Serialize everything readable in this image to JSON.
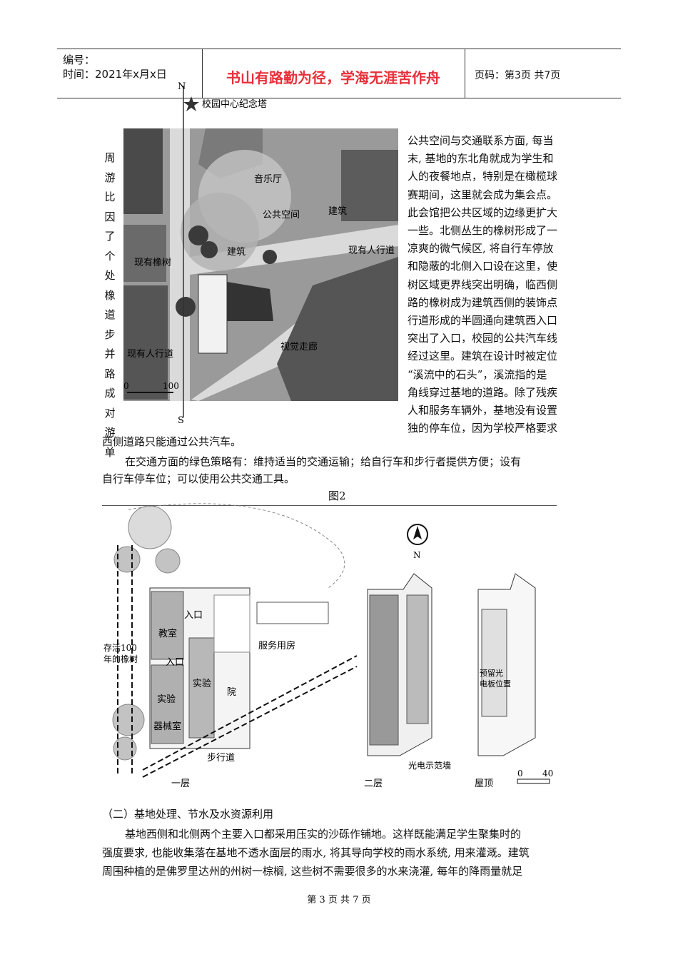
{
  "header": {
    "serial_label": "编号：",
    "time_label": "时间：2021年x月x日",
    "motto": "书山有路勤为径，学海无涯苦作舟",
    "page_info": "页码：第3页 共7页"
  },
  "figure1": {
    "north": "N",
    "south": "S",
    "landmark": "校园中心纪念塔",
    "labels": {
      "concert_hall": "音乐厅",
      "public_space": "公共空间",
      "building_ne": "建筑",
      "building": "建筑",
      "oak": "现有橡树",
      "walkway_e": "现有人行道",
      "walkway_w": "现有人行道",
      "visual_corridor": "视觉走廊"
    },
    "scale": [
      "0",
      "100"
    ]
  },
  "left_column": [
    "周",
    "游",
    "比",
    "因",
    "了",
    "个",
    "处",
    "橡",
    "道",
    "步",
    "并",
    "路",
    "成",
    "对",
    "游",
    "单"
  ],
  "right_column": [
    "公共空间与交通联系方面, 每当",
    "末, 基地的东北角就成为学生和",
    "人的夜餐地点，特别是在橄榄球",
    "赛期间，这里就会成为集会点。",
    "此会馆把公共区域的边缘更扩大",
    "一些。北侧丛生的橡树形成了一",
    "凉爽的微气候区, 将自行车停放",
    "和隐蔽的北侧入口设在这里，使",
    "树区域更界线突出明确，临西侧",
    "路的橡树成为建筑西侧的装饰点",
    "行道形成的半圆通向建筑西入口",
    "突出了入口，校园的公共汽车线",
    "经过这里。建筑在设计时被定位",
    "“溪流中的石头”，溪流指的是",
    "角线穿过基地的道路。除了残疾",
    "人和服务车辆外，基地没有设置",
    "独的停车位，因为学校严格要求"
  ],
  "p_west": "西侧道路只能通过公共汽车。",
  "p_green": [
    "在交通方面的绿色策略有：维持适当的交通运输；给自行车和步行者提供方便；设有",
    "自行车停车位；可以使用公共交通工具。"
  ],
  "figure2": {
    "caption": "图2",
    "north": "N",
    "labels": {
      "entrance": "入口",
      "classroom": "教室",
      "entrance2": "入口",
      "lab": "实验",
      "lab2": "实验",
      "courtyard": "院",
      "equipment": "器械室",
      "oak": [
        "存活100",
        "年的橡树"
      ],
      "service": "服务用房",
      "walkway": "步行道",
      "pv_wall": "光电示范墙",
      "pv_panel": [
        "预留光",
        "电板位置"
      ]
    },
    "floors": [
      "一层",
      "二层",
      "屋顶"
    ],
    "scale": [
      "0",
      "40"
    ]
  },
  "section_title": "（二）基地处理、节水及水资源利用",
  "body": [
    "基地西侧和北侧两个主要入口都采用压实的沙砾作铺地。这样既能满足学生聚集时的",
    "强度要求, 也能收集落在基地不透水面层的雨水, 将其导向学校的雨水系统, 用来灌溉。建筑",
    "周围种植的是佛罗里达州的州树一棕榈, 这些树不需要很多的水来浇灌, 每年的降雨量就足"
  ],
  "footer": "第 3 页 共 7 页"
}
